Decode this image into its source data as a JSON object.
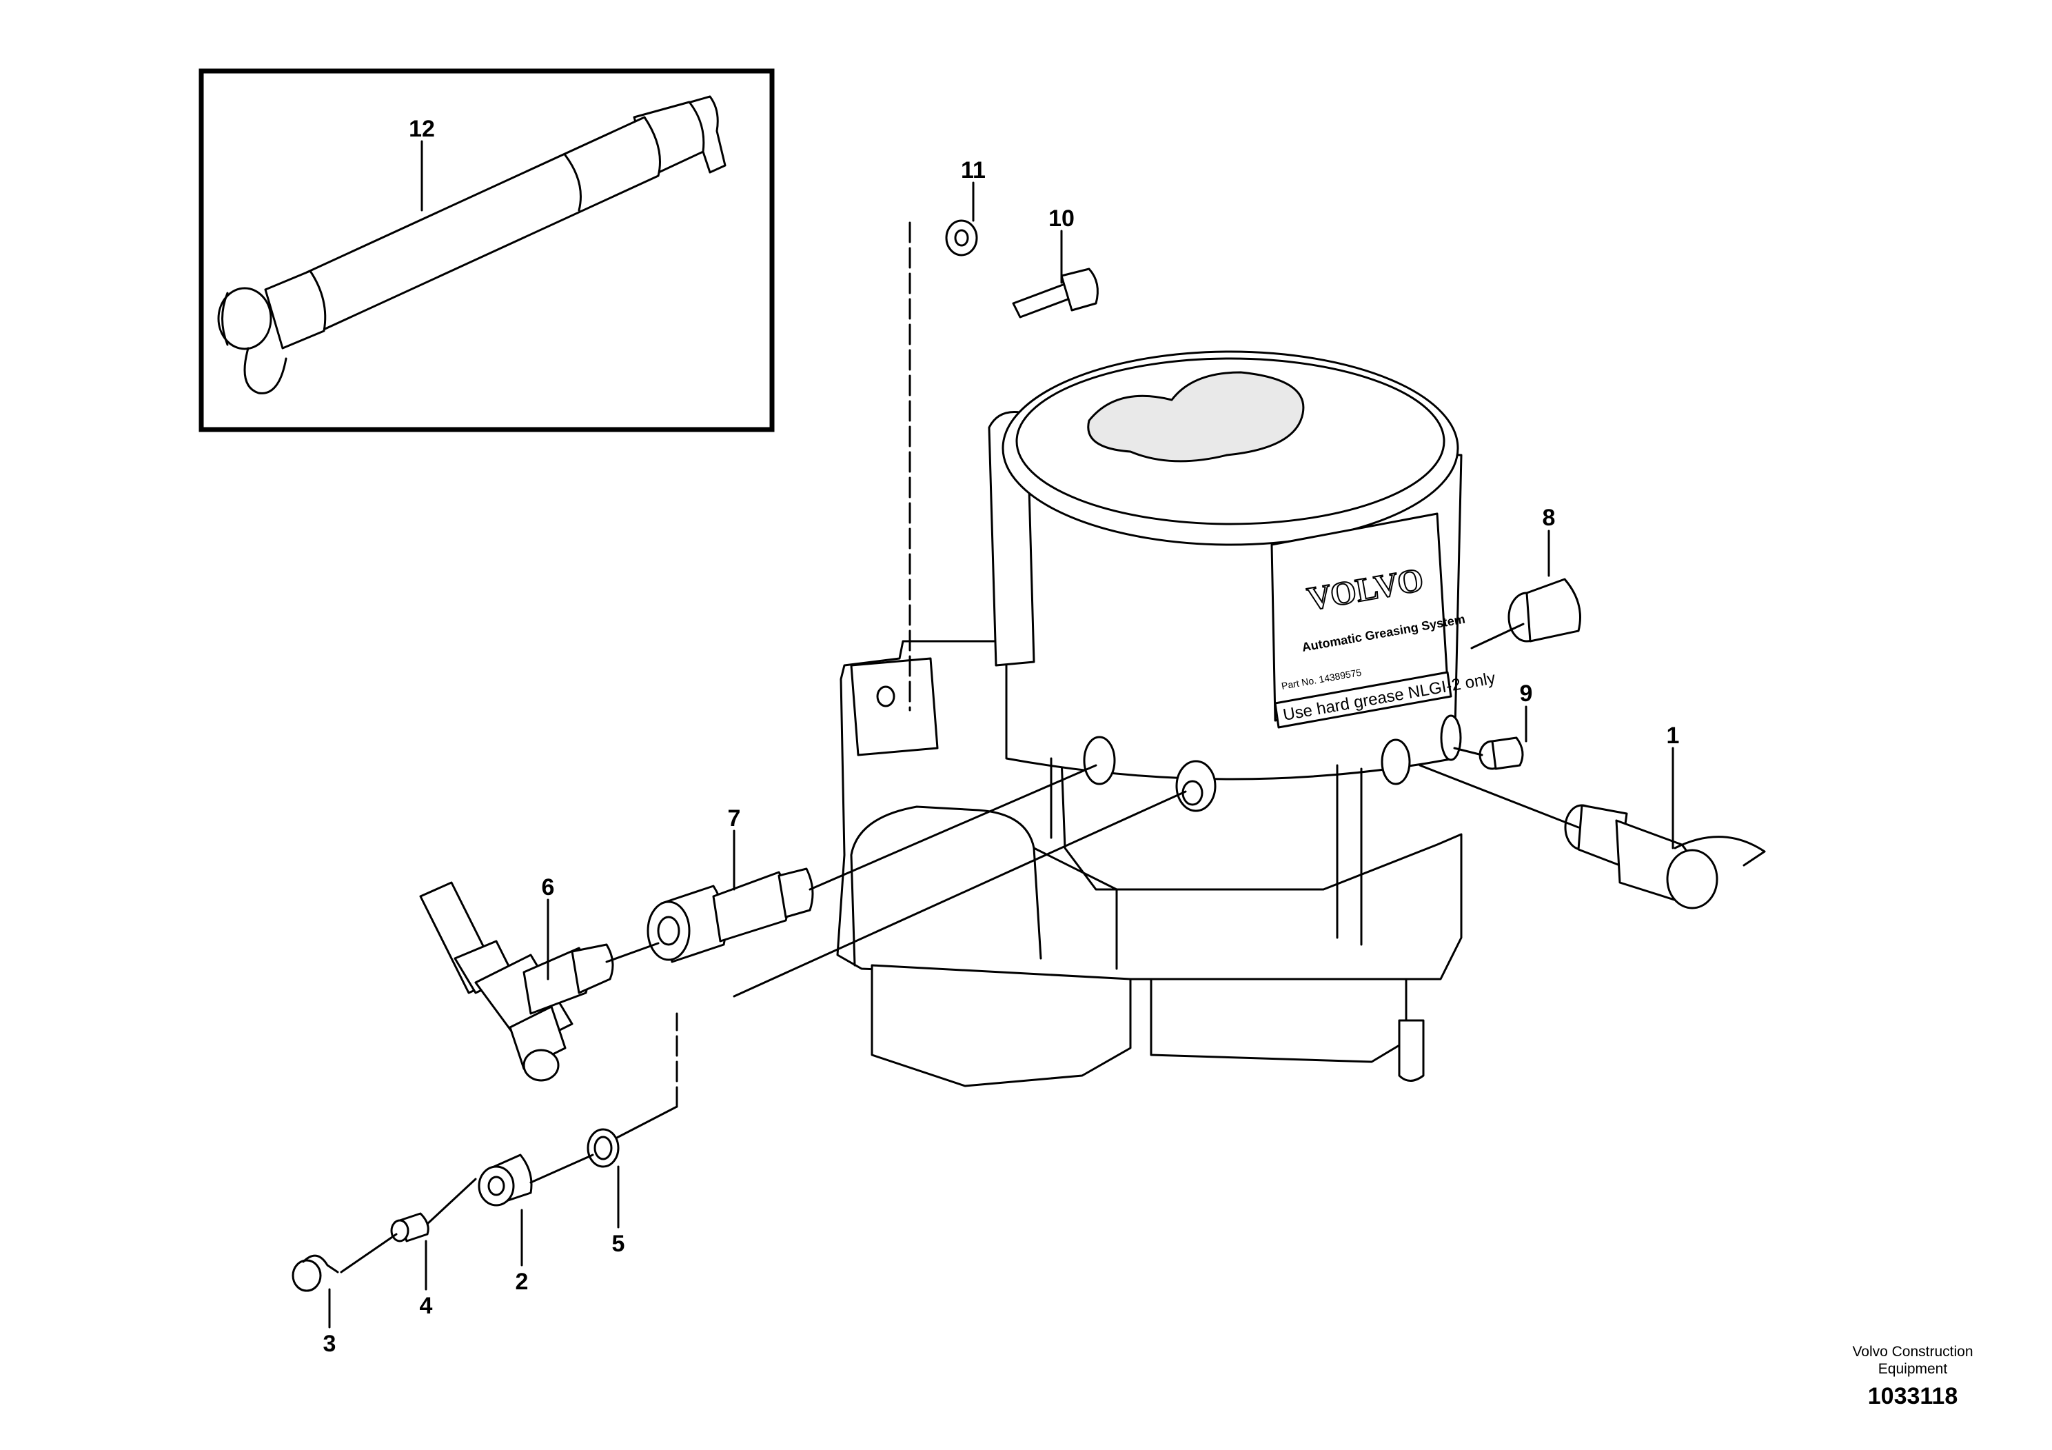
{
  "callouts": [
    "1",
    "2",
    "3",
    "4",
    "5",
    "6",
    "7",
    "8",
    "9",
    "10",
    "11",
    "12"
  ],
  "label": {
    "brand": "VOLVO",
    "subtitle": "Automatic Greasing System",
    "part_no": "Part No. 14389575",
    "instruction": "Use hard grease NLGI-2 only"
  },
  "footer": {
    "brand_line1": "Volvo Construction",
    "brand_line2": "Equipment",
    "doc_number": "1033118"
  }
}
